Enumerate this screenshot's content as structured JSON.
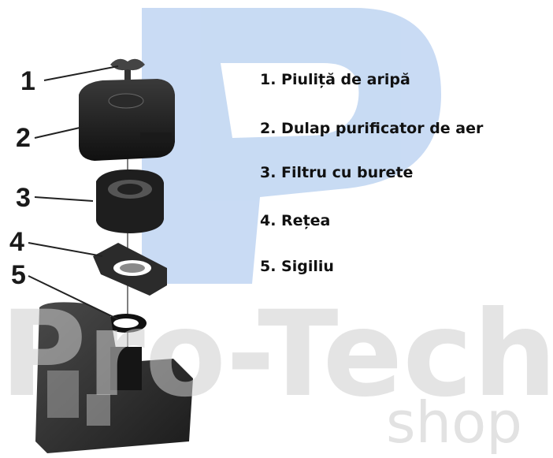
{
  "watermark": {
    "brand_word": "Pro-Tech",
    "sub_word": "shop",
    "logo_color": "#3d7fd6"
  },
  "callout_numbers": [
    "1",
    "2",
    "3",
    "4",
    "5"
  ],
  "legend": [
    "1. Piuliță de aripă",
    "2. Dulap purificator de aer",
    "3. Filtru cu burete",
    "4. Rețea",
    "5. Sigiliu"
  ]
}
